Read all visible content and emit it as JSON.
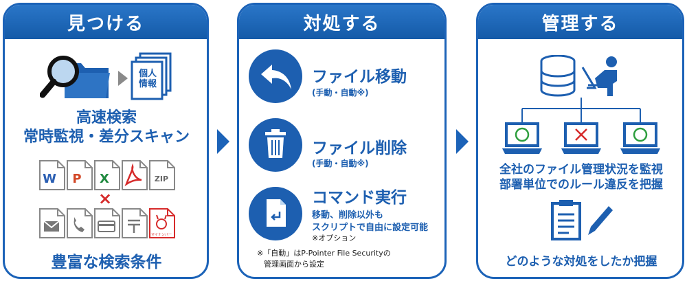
{
  "panels": [
    {
      "header": "見つける"
    },
    {
      "header": "対処する"
    },
    {
      "header": "管理する"
    }
  ],
  "find": {
    "personal_info_line1": "個人",
    "personal_info_line2": "情報",
    "desc_line1": "高速検索",
    "desc_line2": "常時監視・差分スキャン",
    "file_labels": {
      "word": "W",
      "ppt": "P",
      "excel": "X",
      "zip": "ZIP"
    },
    "cross": "×",
    "my_number": "マイナンバー",
    "footer": "豊富な検索条件"
  },
  "handle": {
    "items": [
      {
        "title": "ファイル移動",
        "sub": "(手動・自動※)"
      },
      {
        "title": "ファイル削除",
        "sub": "(手動・自動※)"
      },
      {
        "title": "コマンド実行",
        "sub1": "移動、削除以外も",
        "sub2": "スクリプトで自由に設定可能",
        "sub3": "※オプション"
      }
    ],
    "note_line1": "※「自動」はP-Pointer File Securityの",
    "note_line2": "管理画面から設定"
  },
  "manage": {
    "desc_line1": "全社のファイル管理状況を監視",
    "desc_line2": "部署単位でのルール違反を把握",
    "footer": "どのような対処をしたか把握"
  },
  "colors": {
    "brand": "#1d5fb0",
    "ok": "#2e9e3e",
    "ng": "#d62a2a",
    "gray": "#8a8a8a"
  }
}
